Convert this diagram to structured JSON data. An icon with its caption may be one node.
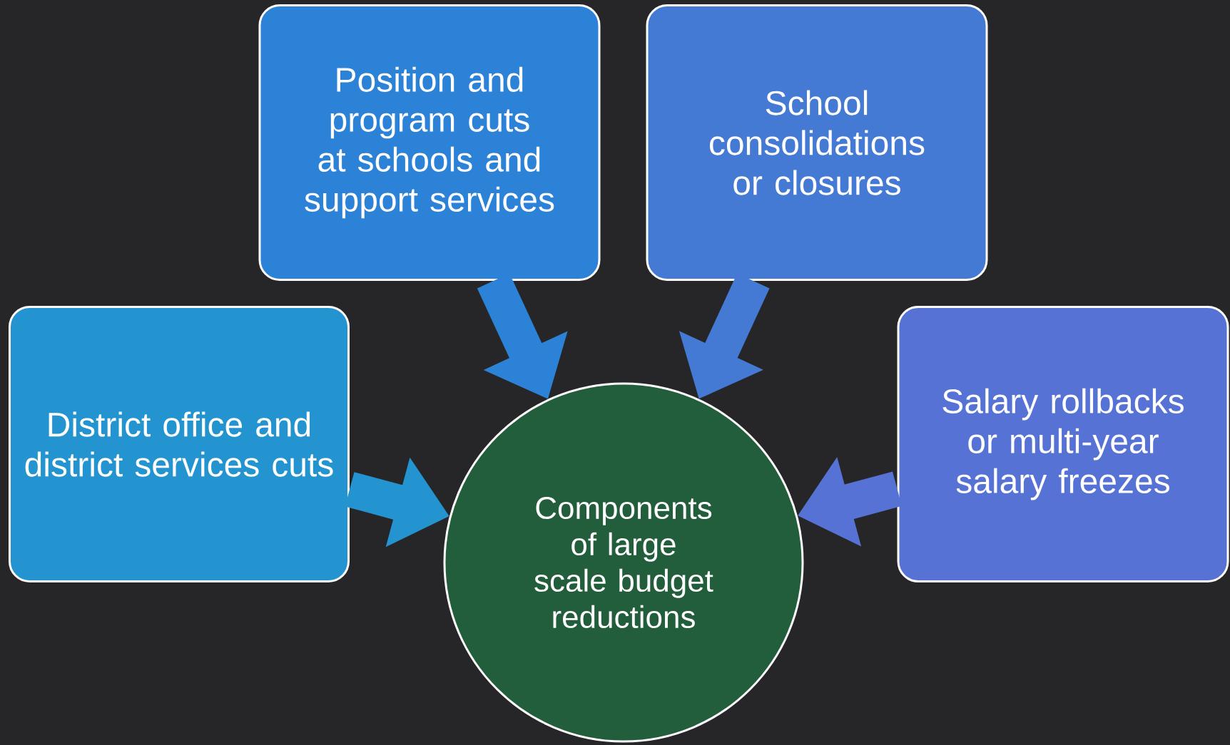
{
  "diagram": {
    "nodes": [
      {
        "text": [
          "District office and district services cuts"
        ]
      },
      {
        "text": [
          "Position and program cuts at schools and support services"
        ]
      },
      {
        "text": [
          "School consolidations or closures"
        ]
      },
      {
        "text": [
          "Salary rollbacks or multi-year salary freezes"
        ]
      },
      {
        "text": [
          "Components of large scale budget reductions"
        ]
      }
    ],
    "edges": [
      {
        "from": 0,
        "to": 4,
        "arrow": "to",
        "color": "#2394cf"
      },
      {
        "from": 1,
        "to": 4,
        "arrow": "to",
        "color": "#2c82d6"
      },
      {
        "from": 2,
        "to": 4,
        "arrow": "to",
        "color": "#4479d4"
      },
      {
        "from": 3,
        "to": 4,
        "arrow": "to",
        "color": "#5672d4"
      }
    ]
  }
}
